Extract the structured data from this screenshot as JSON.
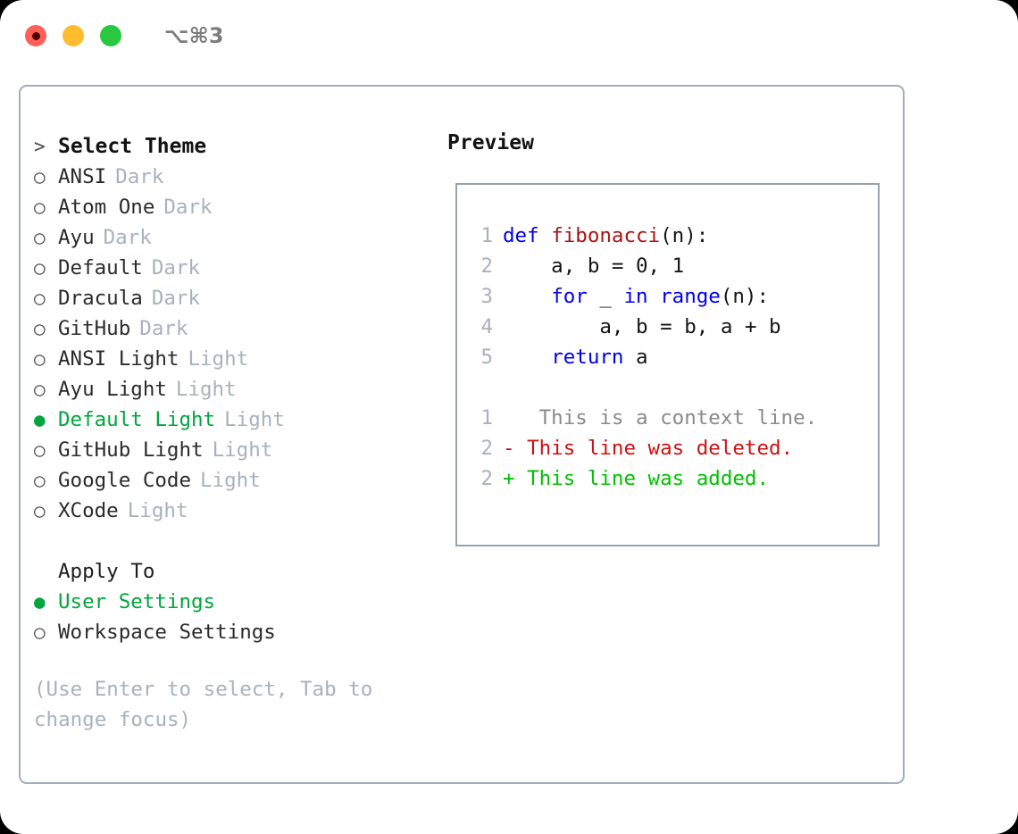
{
  "titlebar": {
    "shortcut": "⌥⌘3",
    "buttons": [
      {
        "name": "close",
        "color": "#ff5f57"
      },
      {
        "name": "minimize",
        "color": "#febc2e"
      },
      {
        "name": "zoom",
        "color": "#28c840"
      }
    ]
  },
  "theme_picker": {
    "header_prefix": ">",
    "header": "Select Theme",
    "bullet_off": "○",
    "bullet_on": "●",
    "items": [
      {
        "label": "ANSI",
        "tag": "Dark",
        "selected": false
      },
      {
        "label": "Atom One",
        "tag": "Dark",
        "selected": false
      },
      {
        "label": "Ayu",
        "tag": "Dark",
        "selected": false
      },
      {
        "label": "Default",
        "tag": "Dark",
        "selected": false
      },
      {
        "label": "Dracula",
        "tag": "Dark",
        "selected": false
      },
      {
        "label": "GitHub",
        "tag": "Dark",
        "selected": false
      },
      {
        "label": "ANSI Light",
        "tag": "Light",
        "selected": false
      },
      {
        "label": "Ayu Light",
        "tag": "Light",
        "selected": false
      },
      {
        "label": "Default Light",
        "tag": "Light",
        "selected": true
      },
      {
        "label": "GitHub Light",
        "tag": "Light",
        "selected": false
      },
      {
        "label": "Google Code",
        "tag": "Light",
        "selected": false
      },
      {
        "label": "XCode",
        "tag": "Light",
        "selected": false
      }
    ]
  },
  "apply_to": {
    "title": "Apply To",
    "items": [
      {
        "label": "User Settings",
        "selected": true
      },
      {
        "label": "Workspace Settings",
        "selected": false
      }
    ]
  },
  "hint": "(Use Enter to select, Tab to change focus)",
  "preview": {
    "title": "Preview",
    "code_lines": [
      {
        "num": "1",
        "tokens": [
          {
            "t": "def ",
            "c": "kw"
          },
          {
            "t": "fibonacci",
            "c": "fn"
          },
          {
            "t": "(n):",
            "c": "plain"
          }
        ]
      },
      {
        "num": "2",
        "tokens": [
          {
            "t": "    a, b = 0, 1",
            "c": "plain"
          }
        ]
      },
      {
        "num": "3",
        "tokens": [
          {
            "t": "    ",
            "c": "plain"
          },
          {
            "t": "for",
            "c": "kw"
          },
          {
            "t": " _ ",
            "c": "plain"
          },
          {
            "t": "in",
            "c": "kw"
          },
          {
            "t": " ",
            "c": "plain"
          },
          {
            "t": "range",
            "c": "kw"
          },
          {
            "t": "(n):",
            "c": "plain"
          }
        ]
      },
      {
        "num": "4",
        "tokens": [
          {
            "t": "        a, b = b, a + b",
            "c": "plain"
          }
        ]
      },
      {
        "num": "5",
        "tokens": [
          {
            "t": "    ",
            "c": "plain"
          },
          {
            "t": "return",
            "c": "kw"
          },
          {
            "t": " a",
            "c": "plain"
          }
        ]
      }
    ],
    "diff_lines": [
      {
        "num": "1",
        "marker": " ",
        "text": "  This is a context line.",
        "kind": "ctx"
      },
      {
        "num": "2",
        "marker": "-",
        "text": " This line was deleted.",
        "kind": "del"
      },
      {
        "num": "2",
        "marker": "+",
        "text": " This line was added.",
        "kind": "add"
      }
    ]
  },
  "colors": {
    "accent_green": "#00a63e",
    "muted": "#a9b1bd",
    "border": "#a3acbd",
    "preview_border": "#98a2b3",
    "keyword_blue": "#0000ee",
    "function_red": "#a81414",
    "diff_deleted": "#cc1111",
    "diff_added": "#00c000",
    "diff_context": "#8a8a8a"
  }
}
